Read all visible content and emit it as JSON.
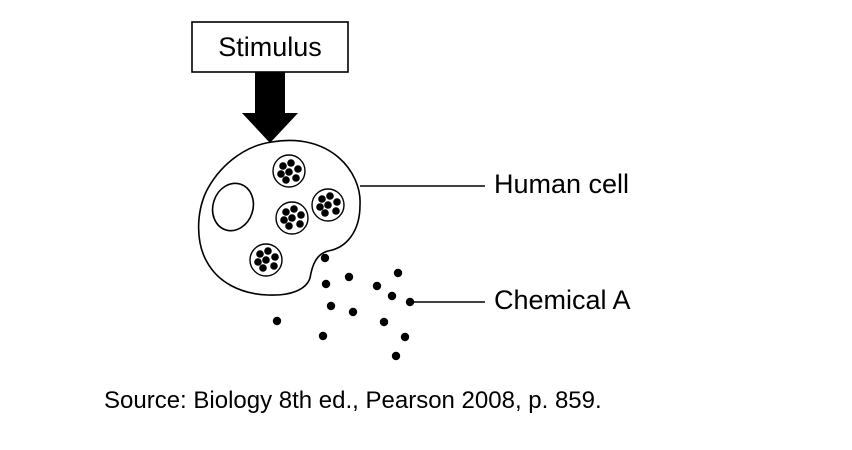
{
  "stimulus_label": "Stimulus",
  "cell_label": "Human cell",
  "chemical_label": "Chemical A",
  "source_text": "Source: Biology 8th ed., Pearson 2008, p. 859.",
  "colors": {
    "ink": "#000000",
    "background": "#ffffff"
  }
}
